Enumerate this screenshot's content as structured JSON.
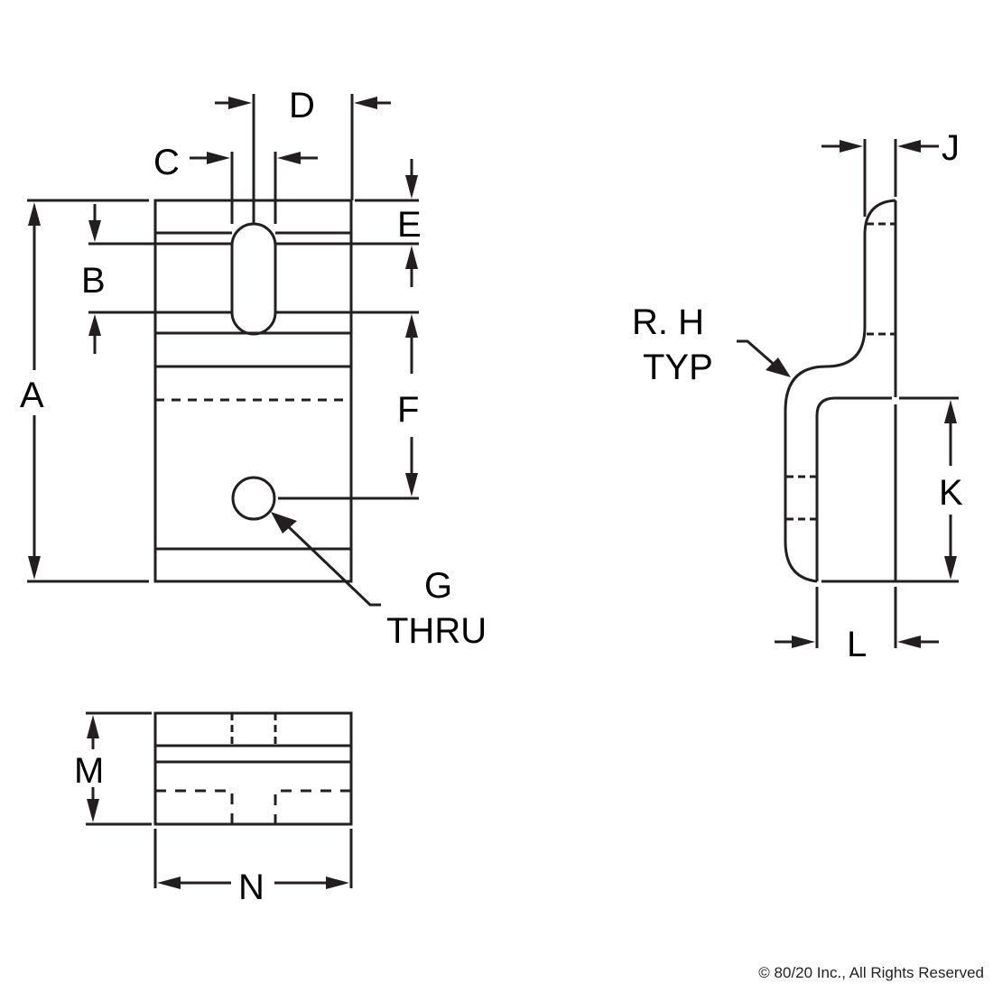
{
  "drawing": {
    "views": [
      "front-view",
      "side-view",
      "bottom-view"
    ],
    "dimensions": {
      "A": "A",
      "B": "B",
      "C": "C",
      "D": "D",
      "E": "E",
      "F": "F",
      "G": "G",
      "G_note": "THRU",
      "RH": "R. H",
      "RH_note": "TYP",
      "J": "J",
      "K": "K",
      "L": "L",
      "M": "M",
      "N": "N"
    },
    "line_color": "#231f20"
  },
  "footer": {
    "copyright": "© 80/20 Inc., All Rights Reserved"
  }
}
